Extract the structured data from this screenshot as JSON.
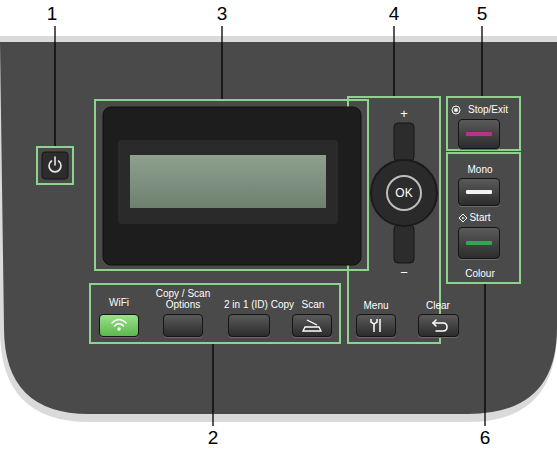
{
  "diagram": {
    "nodes": [
      {
        "text": [
          "WiFi"
        ]
      },
      {
        "text": [
          "Copy / Scan Options"
        ]
      },
      {
        "text": [
          "2 in 1 (ID) Copy"
        ]
      },
      {
        "text": [
          "Scan"
        ]
      },
      {
        "text": [
          "Menu"
        ]
      },
      {
        "text": [
          "Clear"
        ]
      },
      {
        "text": [
          "OK"
        ]
      },
      {
        "text": [
          "Stop/Exit"
        ]
      },
      {
        "text": [
          "Mono"
        ]
      },
      {
        "text": [
          "Start",
          "Colour"
        ]
      }
    ],
    "labels": [
      "1",
      "2",
      "3",
      "4",
      "5",
      "6",
      "+",
      "−"
    ]
  }
}
